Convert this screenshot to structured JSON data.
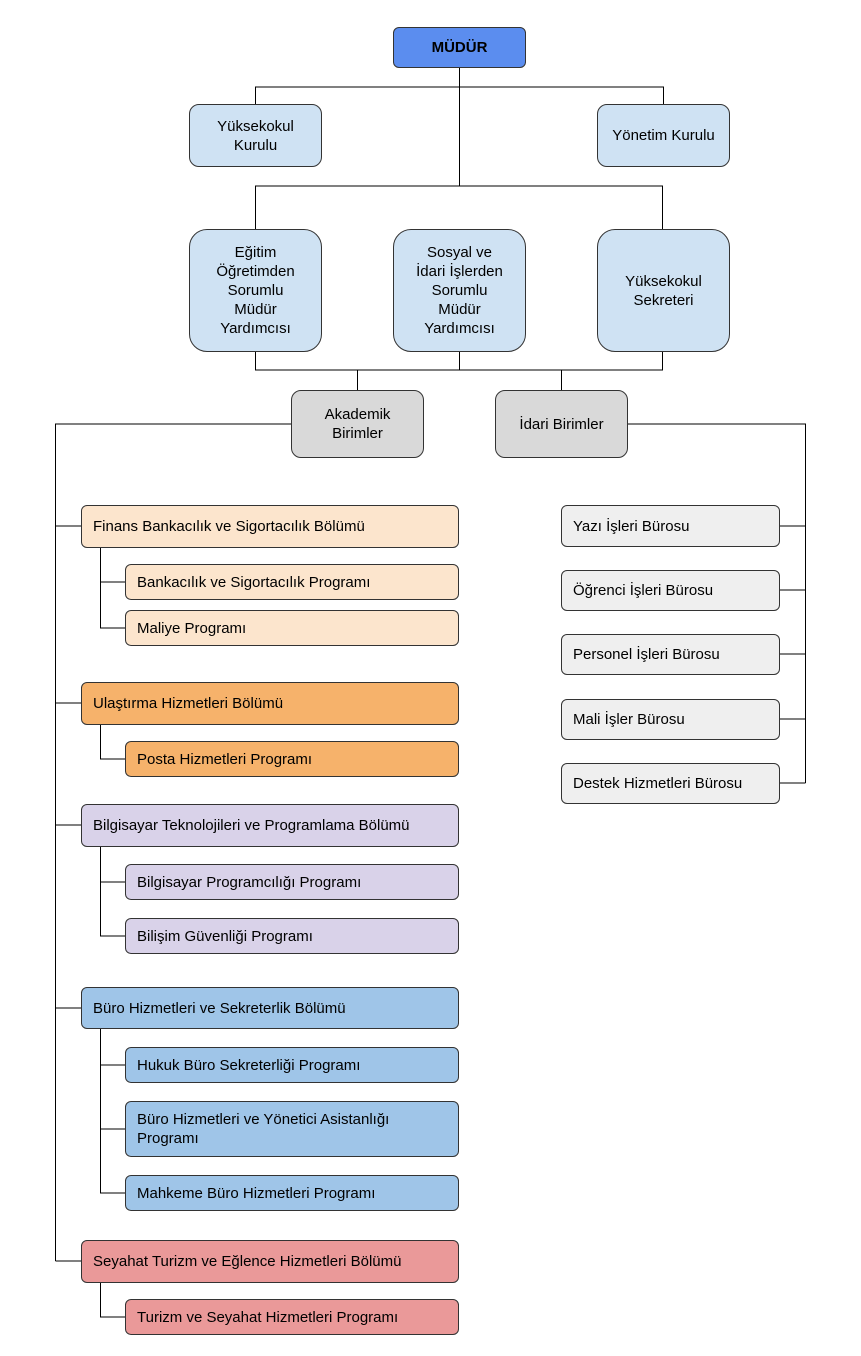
{
  "top": {
    "mudur": "MÜDÜR",
    "yuksekokul_kurulu": "Yüksekokul\nKurulu",
    "yonetim_kurulu": "Yönetim Kurulu"
  },
  "deputies": {
    "egitim": "Eğitim\nÖğretimden\nSorumlu\nMüdür\nYardımcısı",
    "sosyal": "Sosyal ve\nİdari İşlerden\nSorumlu\nMüdür\nYardımcısı",
    "sekreter": "Yüksekokul\nSekreteri"
  },
  "units": {
    "akademik": "Akademik\nBirimler",
    "idari": "İdari Birimler"
  },
  "academic": [
    {
      "department": "Finans Bankacılık ve Sigortacılık Bölümü",
      "programs": [
        "Bankacılık ve Sigortacılık Programı",
        "Maliye Programı"
      ]
    },
    {
      "department": "Ulaştırma Hizmetleri Bölümü",
      "programs": [
        "Posta Hizmetleri Programı"
      ]
    },
    {
      "department": "Bilgisayar Teknolojileri ve Programlama Bölümü",
      "programs": [
        "Bilgisayar Programcılığı Programı",
        "Bilişim Güvenliği Programı"
      ]
    },
    {
      "department": "Büro Hizmetleri ve Sekreterlik Bölümü",
      "programs": [
        "Hukuk Büro Sekreterliği Programı",
        "Büro Hizmetleri ve Yönetici Asistanlığı\nProgramı",
        "Mahkeme Büro Hizmetleri Programı"
      ]
    },
    {
      "department": "Seyahat Turizm ve Eğlence Hizmetleri Bölümü",
      "programs": [
        "Turizm ve Seyahat Hizmetleri Programı"
      ]
    }
  ],
  "administrative": [
    "Yazı İşleri Bürosu",
    "Öğrenci İşleri Bürosu",
    "Personel İşleri Bürosu",
    "Mali İşler Bürosu",
    "Destek Hizmetleri Bürosu"
  ],
  "colors": {
    "director": "#5b8def",
    "governance": "#cfe2f3",
    "unit_heads": "#d9d9d9",
    "offices": "#efefef",
    "finans": "#fce5cd",
    "ulastirma": "#f6b26b",
    "bilgisayar": "#d9d2e9",
    "buro": "#9fc5e8",
    "seyahat": "#ea9999"
  }
}
